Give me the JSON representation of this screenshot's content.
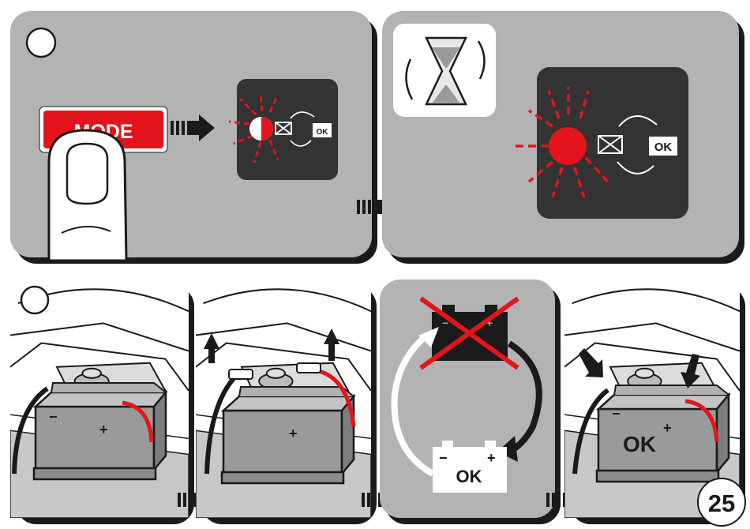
{
  "instruction_panel_1": {
    "mode_button_label": "MODE",
    "ok_badge": "OK"
  },
  "instruction_panel_2": {
    "ok_badge": "OK"
  },
  "step_panel_3": {
    "battery_minus": "−",
    "battery_plus": "+"
  },
  "step_panel_4": {
    "battery_plus": "+"
  },
  "step_panel_5": {
    "battery_minus": "−",
    "battery_plus": "+",
    "ok_label": "OK"
  },
  "step_panel_6": {
    "battery_minus": "−",
    "battery_plus": "+",
    "ok_label": "OK"
  },
  "page_number": "25",
  "colors": {
    "panel_grey": "#b3b3b3",
    "panel_shadow": "#222222",
    "display_dark": "#333333",
    "accent_red": "#e3141b",
    "battery_grey": "#9a9a9a",
    "arrow_black": "#1a1a1a"
  }
}
